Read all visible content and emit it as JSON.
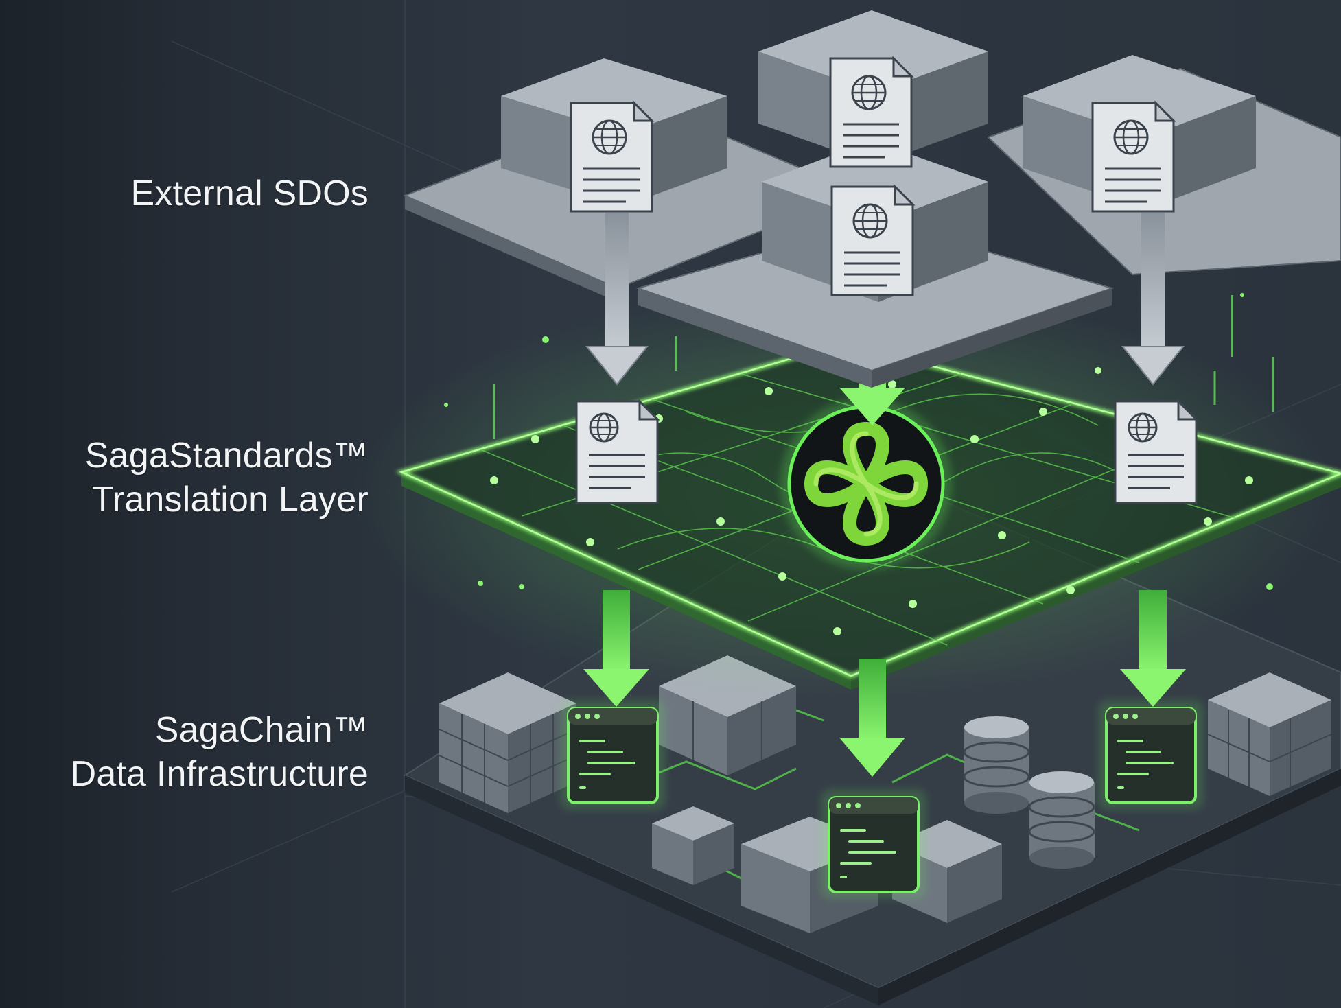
{
  "labels": {
    "external_sdos": "External SDOs",
    "translation_line1": "SagaStandards™",
    "translation_line2": "Translation Layer",
    "chain_line1": "SagaChain™",
    "chain_line2": "Data Infrastructure"
  },
  "colors": {
    "background": "#2a323c",
    "accent_green": "#6bf05a",
    "grey_block": "#9aa1a9",
    "text": "#f2f4f6"
  },
  "icons": [
    "globe-document-icon",
    "code-window-icon",
    "database-icon",
    "saga-knot-logo"
  ]
}
